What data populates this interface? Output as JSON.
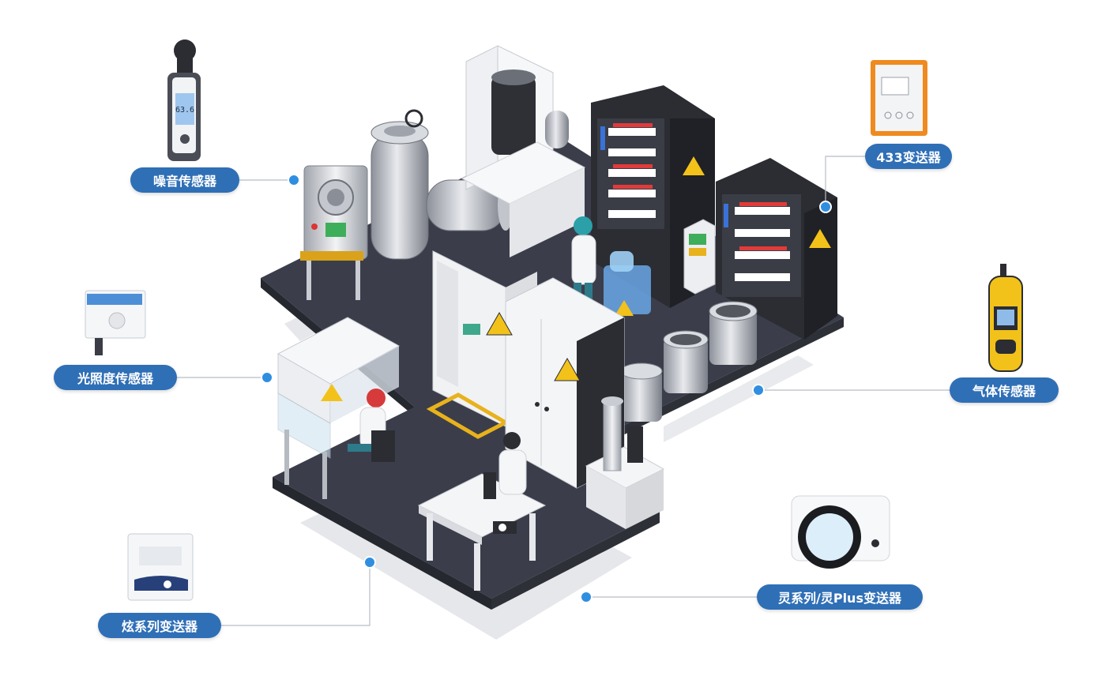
{
  "labels": {
    "noise_sensor": "噪音传感器",
    "transmitter_433": "433变送器",
    "light_sensor": "光照度传感器",
    "gas_sensor": "气体传感器",
    "xuan_transmitter": "炫系列变送器",
    "ling_transmitter": "灵系列/灵Plus变送器"
  },
  "devices": {
    "noise_meter_reading": "63.6"
  },
  "colors": {
    "label_fill": "#2f6fb6",
    "dot": "#2f8ee0",
    "floor": "#3b3e4a",
    "cabinet": "#2b2d33"
  }
}
